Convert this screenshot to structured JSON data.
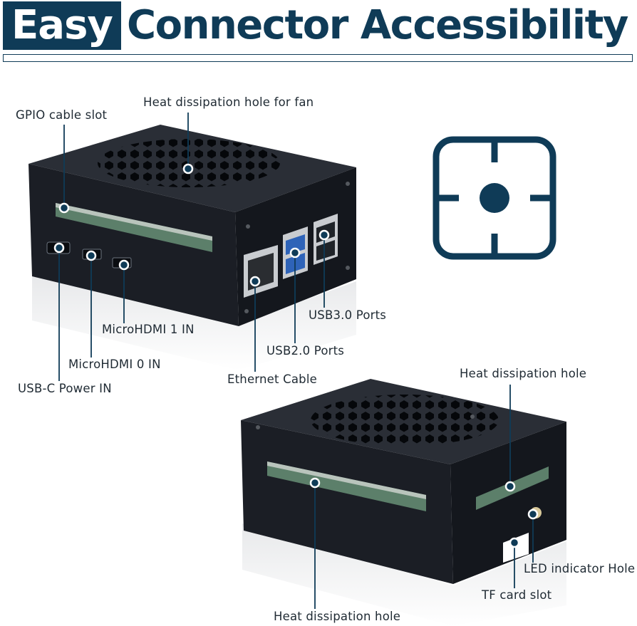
{
  "title": {
    "highlight": "Easy",
    "rest": "Connector Accessibility"
  },
  "colors": {
    "brand": "#0f3b57",
    "case": "#1b1e25",
    "callout": "#ffffff"
  },
  "icon": {
    "name": "center-focus-icon"
  },
  "labels": {
    "heat_fan": "Heat dissipation hole for fan",
    "gpio": "GPIO cable slot",
    "usb30": "USB3.0 Ports",
    "usb20": "USB2.0 Ports",
    "ethernet": "Ethernet Cable",
    "microhdmi1": "MicroHDMI 1 IN",
    "microhdmi0": "MicroHDMI 0 IN",
    "usbc": "USB-C Power IN",
    "heat_side": "Heat dissipation hole",
    "led": "LED indicator Hole",
    "tf": "TF card slot",
    "heat_bottom": "Heat dissipation hole"
  }
}
